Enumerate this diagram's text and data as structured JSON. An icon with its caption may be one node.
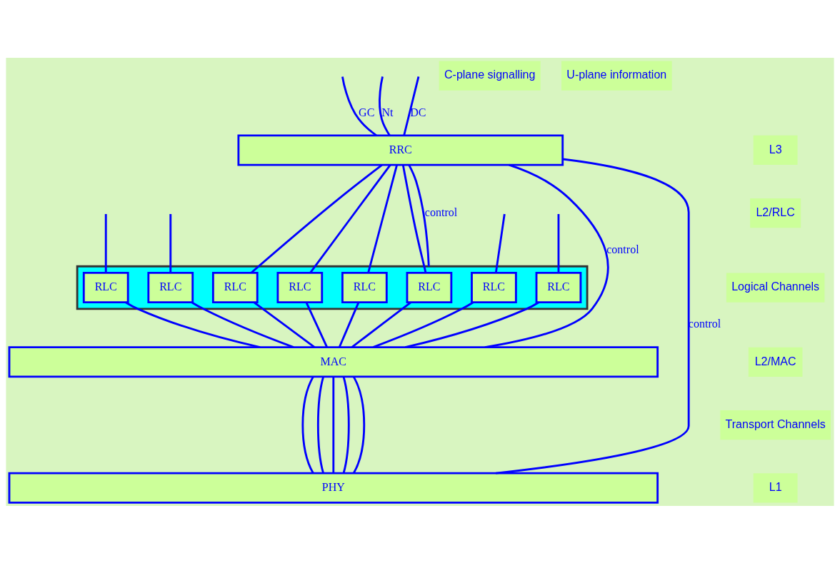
{
  "diagram": {
    "nodes": [
      {
        "text": [
          "RRC"
        ]
      },
      {
        "text": [],
        "shape": "box"
      },
      {
        "text": [
          "RLC"
        ],
        "in": 1
      },
      {
        "text": [
          "RLC"
        ],
        "in": 1
      },
      {
        "text": [
          "RLC"
        ],
        "in": 1
      },
      {
        "text": [
          "RLC"
        ],
        "in": 1
      },
      {
        "text": [
          "RLC"
        ],
        "in": 1
      },
      {
        "text": [
          "RLC"
        ],
        "in": 1
      },
      {
        "text": [
          "RLC"
        ],
        "in": 1
      },
      {
        "text": [
          "RLC"
        ],
        "in": 1
      },
      {
        "text": [
          "MAC"
        ]
      },
      {
        "text": [
          "PHY"
        ]
      }
    ],
    "edges": [
      {
        "from": null,
        "to": 0,
        "arrow": "none",
        "label": "GC"
      },
      {
        "from": null,
        "to": 0,
        "arrow": "none",
        "label": "Nt"
      },
      {
        "from": null,
        "to": 0,
        "arrow": "none",
        "label": "DC"
      },
      {
        "from": 0,
        "to": 10,
        "arrow": "none",
        "label": "control"
      },
      {
        "from": 0,
        "to": 11,
        "arrow": "none",
        "label": "control"
      },
      {
        "from": 0,
        "to": 1,
        "arrow": "none",
        "label": "control"
      },
      {
        "from": 0,
        "to": 2,
        "arrow": "none"
      },
      {
        "from": 0,
        "to": 3,
        "arrow": "none"
      },
      {
        "from": 0,
        "to": 4,
        "arrow": "none"
      },
      {
        "from": 0,
        "to": 5,
        "arrow": "none"
      },
      {
        "from": null,
        "to": 6,
        "arrow": "none"
      },
      {
        "from": null,
        "to": 7,
        "arrow": "none"
      },
      {
        "from": null,
        "to": 8,
        "arrow": "none"
      },
      {
        "from": null,
        "to": 9,
        "arrow": "none"
      },
      {
        "from": 2,
        "to": 10,
        "arrow": "none"
      },
      {
        "from": 3,
        "to": 10,
        "arrow": "none"
      },
      {
        "from": 4,
        "to": 10,
        "arrow": "none"
      },
      {
        "from": 5,
        "to": 10,
        "arrow": "none"
      },
      {
        "from": 6,
        "to": 10,
        "arrow": "none"
      },
      {
        "from": 7,
        "to": 10,
        "arrow": "none"
      },
      {
        "from": 8,
        "to": 10,
        "arrow": "none"
      },
      {
        "from": 9,
        "to": 10,
        "arrow": "none"
      },
      {
        "from": 10,
        "to": 11,
        "arrow": "none"
      },
      {
        "from": 10,
        "to": 11,
        "arrow": "none"
      },
      {
        "from": 10,
        "to": 11,
        "arrow": "none"
      },
      {
        "from": 10,
        "to": 11,
        "arrow": "none"
      },
      {
        "from": 10,
        "to": 11,
        "arrow": "none"
      }
    ],
    "labels": [
      "C-plane signalling",
      "U-plane information",
      "L3",
      "L2/RLC",
      "Logical Channels",
      "L2/MAC",
      "Transport Channels",
      "L1"
    ]
  }
}
